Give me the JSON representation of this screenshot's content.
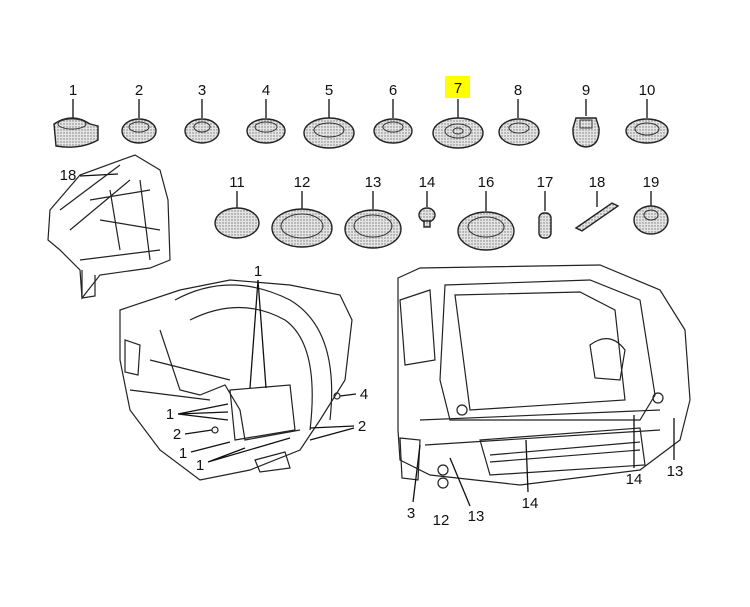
{
  "diagram": {
    "highlight_color": "#ffff00",
    "highlighted_part": "7",
    "catalog_parts": [
      {
        "label": "1"
      },
      {
        "label": "2"
      },
      {
        "label": "3"
      },
      {
        "label": "4"
      },
      {
        "label": "5"
      },
      {
        "label": "6"
      },
      {
        "label": "7"
      },
      {
        "label": "8"
      },
      {
        "label": "9"
      },
      {
        "label": "10"
      },
      {
        "label": "11"
      },
      {
        "label": "12"
      },
      {
        "label": "13"
      },
      {
        "label": "14"
      },
      {
        "label": "16"
      },
      {
        "label": "17"
      },
      {
        "label": "18"
      },
      {
        "label": "19"
      }
    ],
    "inset_label": "18",
    "left_callouts": [
      "1",
      "4",
      "2",
      "1",
      "2",
      "1",
      "1"
    ],
    "right_callouts": [
      "3",
      "12",
      "13",
      "14",
      "14",
      "13"
    ]
  }
}
